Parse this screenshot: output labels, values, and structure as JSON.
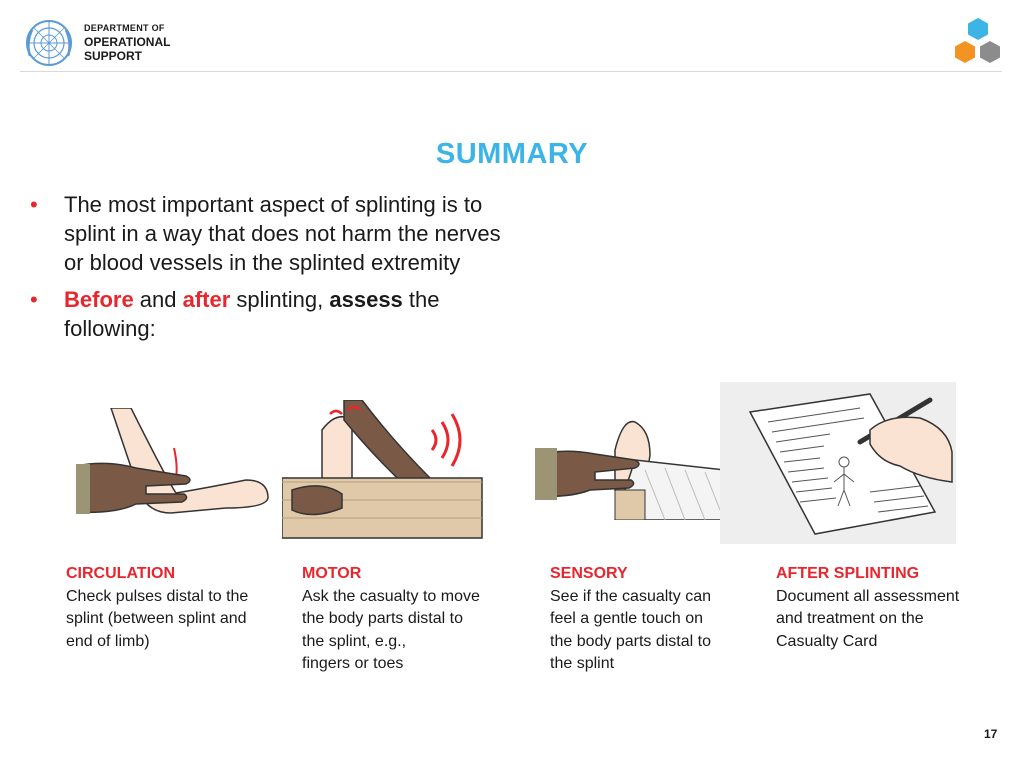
{
  "header": {
    "org_line1": "DEPARTMENT OF",
    "org_line2": "OPERATIONAL",
    "org_line3": "SUPPORT",
    "logo_icon": "un-emblem-icon",
    "brand_icon": "hexagon-cluster-icon",
    "colors": {
      "hex_blue": "#3db4e6",
      "hex_orange": "#f39322",
      "hex_gray": "#8c8c8c",
      "un_blue": "#5b9bd5"
    }
  },
  "title": "SUMMARY",
  "bullets": {
    "b1": "The most important aspect of splinting is to splint in a way that does not harm the nerves or blood vessels in the splinted extremity",
    "b2_before": "Before",
    "b2_and": " and ",
    "b2_after": "after",
    "b2_mid": " splinting, ",
    "b2_assess": "assess",
    "b2_end": " the following:"
  },
  "columns": [
    {
      "heading": "CIRCULATION",
      "text": "Check pulses distal to the\nsplint (between splint and\nend of limb)"
    },
    {
      "heading": "MOTOR",
      "text": "Ask the casualty to move\nthe body parts distal to\nthe splint, e.g.,\nfingers or toes"
    },
    {
      "heading": "SENSORY",
      "text": "See if the casualty can\nfeel a gentle touch on\nthe body parts distal to\nthe splint"
    },
    {
      "heading": "AFTER SPLINTING",
      "text": "Document all assessment\nand treatment on the\nCasualty Card"
    }
  ],
  "accent_red": "#e8262d",
  "page_number": "17"
}
